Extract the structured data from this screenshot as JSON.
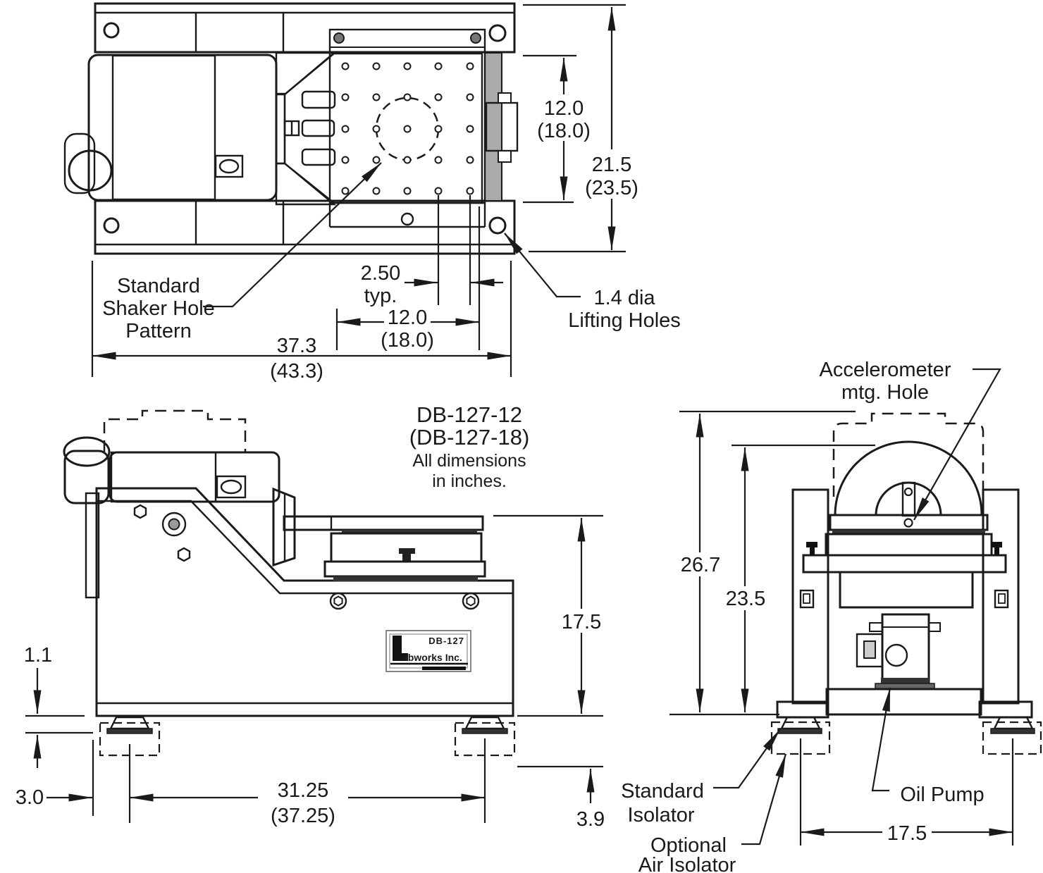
{
  "title_block": {
    "line1": "DB-127-12",
    "line2": "(DB-127-18)",
    "line3": "All dimensions",
    "line4": "in inches."
  },
  "top_view": {
    "label_hole_pattern": [
      "Standard",
      "Shaker Hole",
      "Pattern"
    ],
    "label_lifting": [
      "1.4 dia",
      "Lifting Holes"
    ],
    "dim_pattern_height": "12.0",
    "dim_pattern_height_alt": "(18.0)",
    "dim_overall_depth": "21.5",
    "dim_overall_depth_alt": "(23.5)",
    "dim_hole_pitch": "2.50",
    "dim_hole_pitch_note": "typ.",
    "dim_pattern_width": "12.0",
    "dim_pattern_width_alt": "(18.0)",
    "dim_overall_width": "37.3",
    "dim_overall_width_alt": "(43.3)"
  },
  "side_view": {
    "dim_base_plate": "1.1",
    "dim_foot_inset": "3.0",
    "dim_foot_spacing": "31.25",
    "dim_foot_spacing_alt": "(37.25)",
    "dim_isolator_height": "3.9",
    "dim_table_height": "17.5",
    "logo_model": "DB-127",
    "logo_company": "abworks Inc."
  },
  "end_view": {
    "label_accel": [
      "Accelerometer",
      "mtg. Hole"
    ],
    "label_std_isolator": [
      "Standard",
      "Isolator"
    ],
    "label_opt_isolator": [
      "Optional",
      "Air Isolator"
    ],
    "label_oil_pump": "Oil Pump",
    "dim_overall_height": "26.7",
    "dim_table_height": "23.5",
    "dim_foot_spacing": "17.5"
  },
  "colors": {
    "line": "#1a1a1a",
    "rail": "#ededed",
    "mid_gray": "#c8c8c8",
    "dark_gray": "#696969",
    "steel": "#777777",
    "wedge_gray": "#aaaaaa",
    "annulus": "#cccccc"
  }
}
